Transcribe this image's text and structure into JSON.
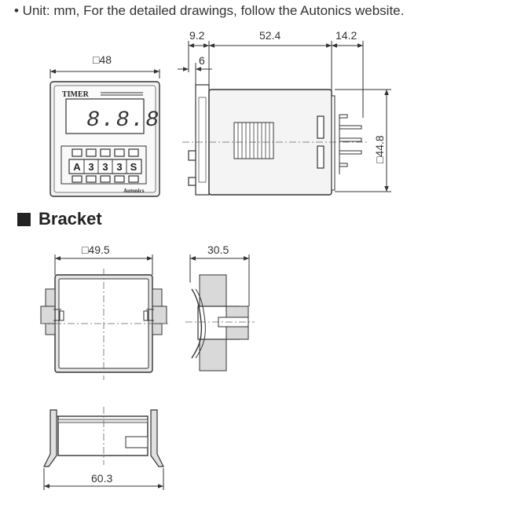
{
  "note": "• Unit: mm, For the detailed drawings, follow the Autonics website.",
  "front_view": {
    "width_label": "□48",
    "timer_label": "TIMER",
    "display_text": "8.8.8",
    "switch_chars": [
      "A",
      "3",
      "3",
      "3",
      "S"
    ],
    "brand_label": "Autonics"
  },
  "side_view": {
    "dim_a": "9.2",
    "dim_b": "52.4",
    "dim_c": "14.2",
    "dim_d": "6",
    "height_label": "□44.8"
  },
  "bracket_heading": "Bracket",
  "bracket": {
    "front_width": "□49.5",
    "side_depth": "30.5",
    "bottom_width": "60.3"
  }
}
